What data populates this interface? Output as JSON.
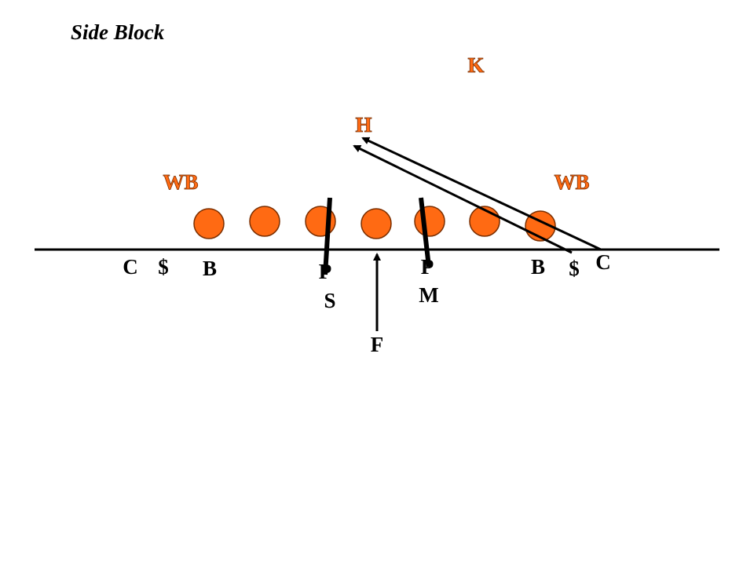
{
  "title": "Side Block",
  "colors": {
    "orange": "#FF6A13",
    "orange_shadow": "#7a2e00",
    "black": "#000000"
  },
  "labels": {
    "kicker": "K",
    "holder": "H",
    "wing_left": "WB",
    "wing_right": "WB",
    "c_left": "C",
    "dollar_left": "$",
    "b_left": "B",
    "p_left": "P",
    "s": "S",
    "f": "F",
    "p_right": "P",
    "m": "M",
    "b_right": "B",
    "dollar_right": "$",
    "c_right": "C"
  }
}
